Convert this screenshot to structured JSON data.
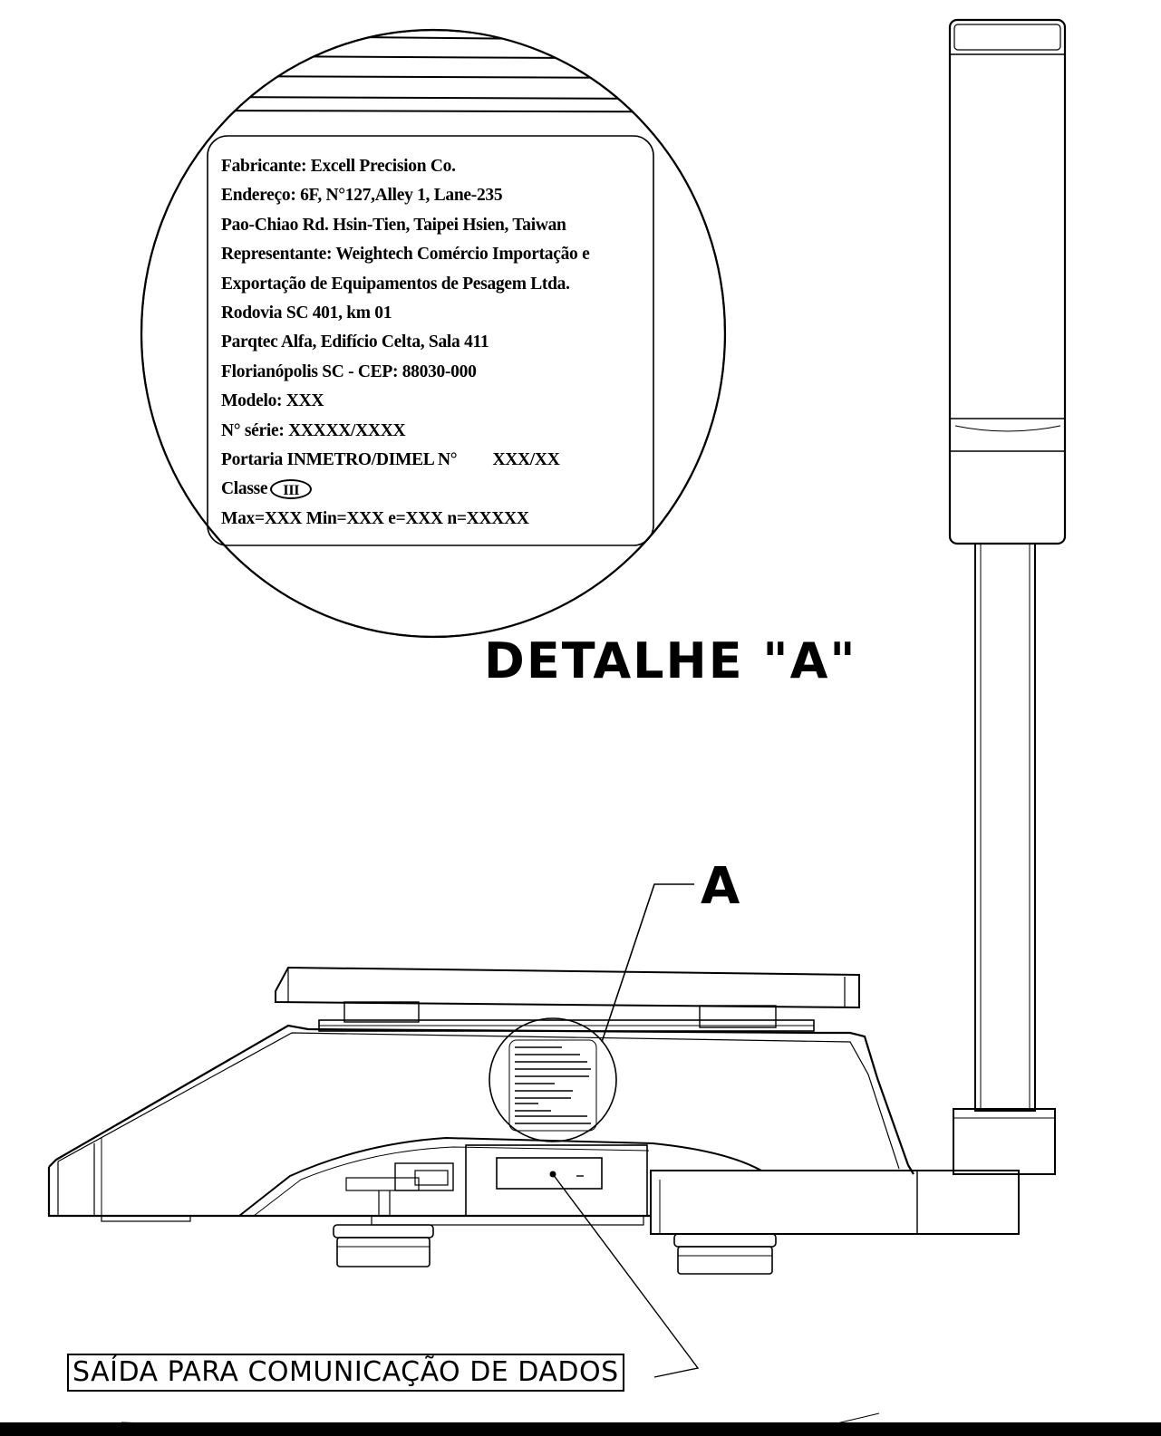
{
  "label_plate": {
    "lines": [
      "Fabricante: Excell Precision Co.",
      "Endereço: 6F, N°127,Alley 1, Lane-235",
      "Pao-Chiao Rd.  Hsin-Tien, Taipei Hsien, Taiwan",
      "Representante: Weightech Comércio Importação e",
      "Exportação de Equipamentos de Pesagem Ltda.",
      "Rodovia SC 401, km 01",
      "Parqtec Alfa, Edifício Celta, Sala 411",
      "Florianópolis SC - CEP: 88030-000",
      "Modelo: XXX",
      "N° série: XXXXX/XXXX"
    ],
    "portaria_label": "Portaria INMETRO/DIMEL  N°",
    "portaria_value": "XXX/XX",
    "classe_label": "Classe",
    "classe_mark": "III",
    "specs_line": "Max=XXX  Min=XXX  e=XXX  n=XXXXX"
  },
  "detail_title": "DETALHE  \"A\"",
  "callout_letter": "A",
  "data_output_label": "SAÍDA PARA COMUNICAÇÃO DE DADOS"
}
